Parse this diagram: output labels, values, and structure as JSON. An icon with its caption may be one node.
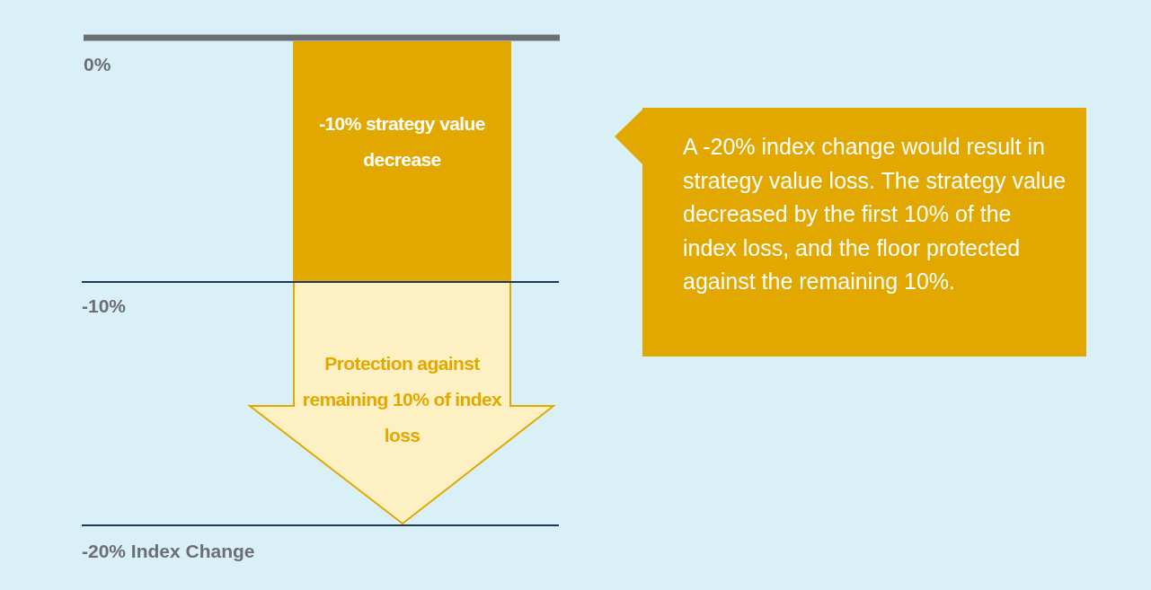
{
  "diagram": {
    "nodes": [
      {
        "text": [
          "-10% strategy value decrease"
        ]
      },
      {
        "text": [
          "Protection against remaining 10% of index loss"
        ]
      },
      {
        "text": [
          "A -20% index change would result in strategy value loss. The strategy value decreased by the first 10% of the index loss, and the floor protected against the remaining 10%."
        ]
      }
    ],
    "labels": [
      "0%",
      "-10%",
      "-20% Index Change"
    ]
  }
}
